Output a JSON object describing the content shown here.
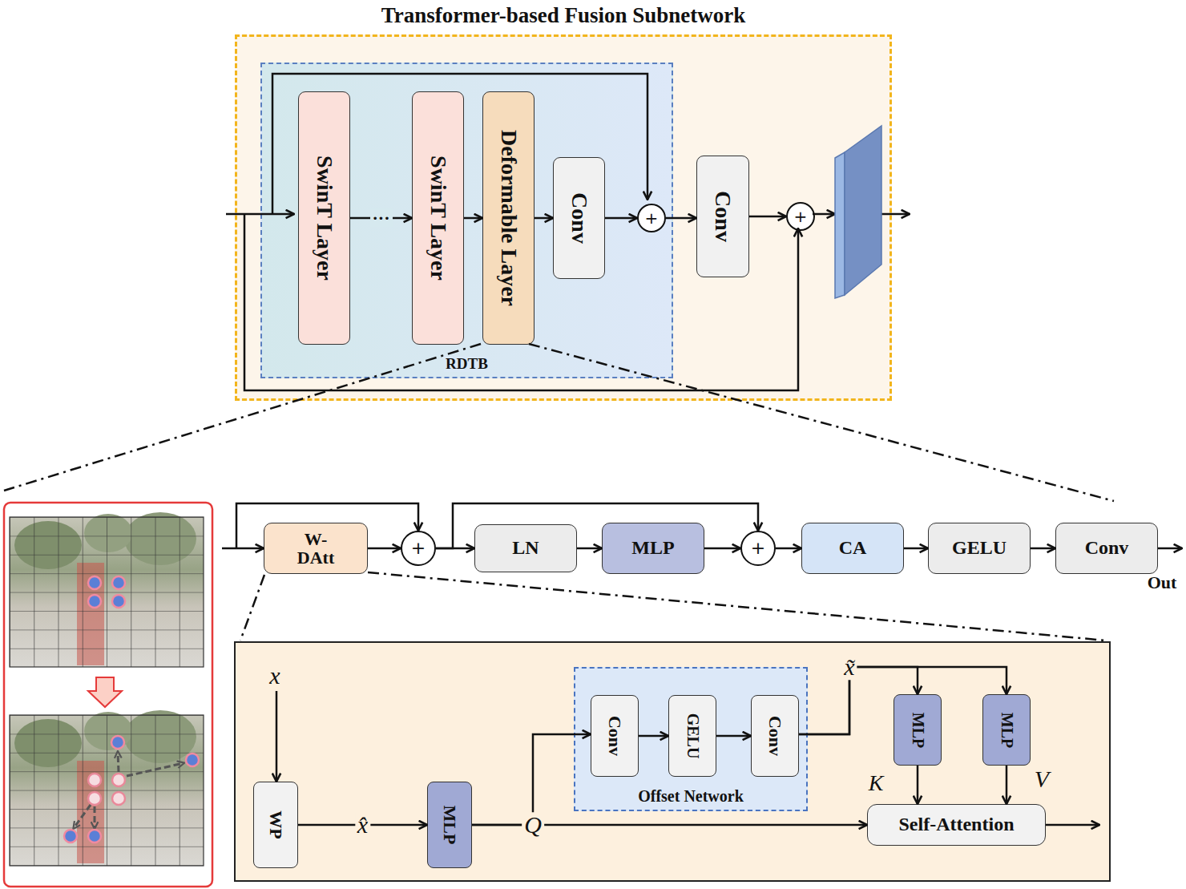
{
  "diagram": {
    "nodes": [
      {
        "text": [
          "Transformer-based Fusion Subnetwork"
        ]
      },
      {
        "text": [
          "RDTB"
        ],
        "in": 0
      },
      {
        "text": [
          "SwinT Layer"
        ],
        "in": 1
      },
      {
        "text": [
          "SwinT Layer"
        ],
        "in": 1
      },
      {
        "text": [
          "Deformable Layer"
        ],
        "in": 1
      },
      {
        "text": [
          "Conv"
        ],
        "in": 1
      },
      {
        "text": [
          "+"
        ],
        "in": 1
      },
      {
        "text": [
          "Conv"
        ],
        "in": 0
      },
      {
        "text": [
          "+"
        ],
        "in": 0
      },
      {
        "text": [
          "W- DAtt"
        ]
      },
      {
        "text": [
          "+"
        ]
      },
      {
        "text": [
          "LN"
        ]
      },
      {
        "text": [
          "MLP"
        ]
      },
      {
        "text": [
          "+"
        ]
      },
      {
        "text": [
          "CA"
        ]
      },
      {
        "text": [
          "GELU"
        ]
      },
      {
        "text": [
          "Conv"
        ]
      },
      {
        "text": [
          "WP"
        ]
      },
      {
        "text": [
          "MLP"
        ]
      },
      {
        "text": [
          "Offset Network"
        ]
      },
      {
        "text": [
          "Conv"
        ],
        "in": 19
      },
      {
        "text": [
          "GELU"
        ],
        "in": 19
      },
      {
        "text": [
          "Conv"
        ],
        "in": 19
      },
      {
        "text": [
          "MLP"
        ]
      },
      {
        "text": [
          "MLP"
        ]
      },
      {
        "text": [
          "Self-Attention"
        ]
      }
    ],
    "edges": [
      {
        "from": 2,
        "to": 3,
        "arrow": "to",
        "label": "···"
      },
      {
        "from": 3,
        "to": 4,
        "arrow": "to"
      },
      {
        "from": 4,
        "to": 5,
        "arrow": "to"
      },
      {
        "from": 5,
        "to": 6,
        "arrow": "to"
      },
      {
        "from": 6,
        "to": 7,
        "arrow": "to"
      },
      {
        "from": 7,
        "to": 8,
        "arrow": "to"
      },
      {
        "from": 9,
        "to": 10,
        "arrow": "to"
      },
      {
        "from": 10,
        "to": 11,
        "arrow": "to"
      },
      {
        "from": 10,
        "to": 13,
        "arrow": "to"
      },
      {
        "from": 11,
        "to": 12,
        "arrow": "to"
      },
      {
        "from": 12,
        "to": 13,
        "arrow": "to"
      },
      {
        "from": 13,
        "to": 14,
        "arrow": "to"
      },
      {
        "from": 14,
        "to": 15,
        "arrow": "to"
      },
      {
        "from": 15,
        "to": 16,
        "arrow": "to"
      },
      {
        "from": 17,
        "to": 18,
        "arrow": "to",
        "label": "x̂"
      },
      {
        "from": 18,
        "to": 25,
        "arrow": "to",
        "label": "Q"
      },
      {
        "from": 18,
        "to": 20,
        "arrow": "to"
      },
      {
        "from": 20,
        "to": 21,
        "arrow": "to"
      },
      {
        "from": 21,
        "to": 22,
        "arrow": "to"
      },
      {
        "from": 22,
        "to": 23,
        "arrow": "to"
      },
      {
        "from": 22,
        "to": 24,
        "arrow": "to"
      },
      {
        "from": 23,
        "to": 25,
        "arrow": "to"
      },
      {
        "from": 24,
        "to": 25,
        "arrow": "to"
      }
    ],
    "labels": [
      "Out",
      "x",
      "x̃",
      "K",
      "V"
    ]
  }
}
